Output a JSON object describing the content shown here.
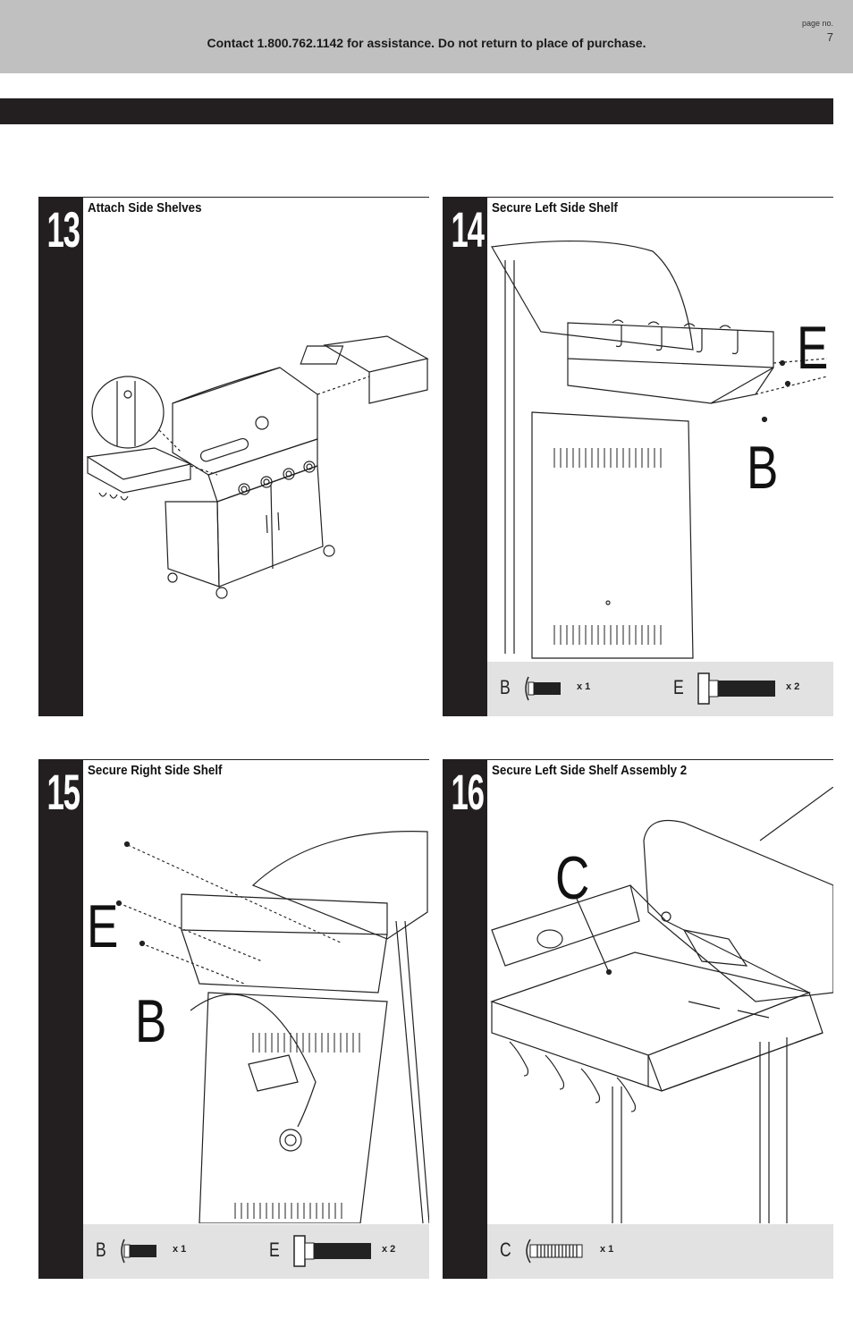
{
  "header": {
    "contact": "Contact 1.800.762.1142 for assistance. Do not return to place of purchase.",
    "page_label": "page no.",
    "page_number": "7"
  },
  "steps": [
    {
      "number": "13",
      "title": "Attach Side Shelves"
    },
    {
      "number": "14",
      "title": "Secure Left Side Shelf",
      "callouts": [
        "E",
        "B"
      ],
      "parts": [
        {
          "letter": "B",
          "qty": "x 1"
        },
        {
          "letter": "E",
          "qty": "x 2"
        }
      ]
    },
    {
      "number": "15",
      "title": "Secure Right Side Shelf",
      "callouts": [
        "E",
        "B"
      ],
      "parts": [
        {
          "letter": "B",
          "qty": "x 1"
        },
        {
          "letter": "E",
          "qty": "x 2"
        }
      ]
    },
    {
      "number": "16",
      "title": "Secure Left Side Shelf Assembly 2",
      "callouts": [
        "C"
      ],
      "parts": [
        {
          "letter": "C",
          "qty": "x 1"
        }
      ]
    }
  ]
}
